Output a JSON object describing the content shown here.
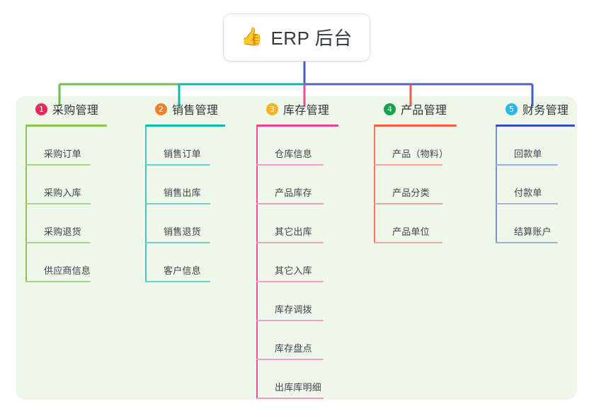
{
  "diagram": {
    "type": "mind-map",
    "background": "#ffffff",
    "panel_color": "#eef7ea",
    "root": {
      "emoji": "👍",
      "emoji_name": "thumbs-up-emoji",
      "title": "ERP 后台",
      "text_color": "#353a42",
      "card_color": "#fefefe",
      "stem_color": "#4a5ac4"
    },
    "bus": {
      "segments": [
        {
          "name": "bus-green",
          "color": "#6fbf4a"
        },
        {
          "name": "bus-teal",
          "color": "#0cb8ae"
        },
        {
          "name": "bus-indigo",
          "color": "#5560c8"
        }
      ]
    },
    "branches": [
      {
        "number": "1",
        "title": "采购管理",
        "badge_color": "#e8295b",
        "rule_color": "#8cc63f",
        "drop_color": "#6fbf4a",
        "spine_color": "#8cc63f",
        "leaf_rule_color": "#a9d18e",
        "items": [
          "采购订单",
          "采购入库",
          "采购退货",
          "供应商信息"
        ]
      },
      {
        "number": "2",
        "title": "销售管理",
        "badge_color": "#f2802a",
        "rule_color": "#0cb8ae",
        "drop_color": "#0cb8ae",
        "spine_color": "#4fc3bb",
        "leaf_rule_color": "#6fcfc8",
        "items": [
          "销售订单",
          "销售出库",
          "销售退货",
          "客户信息"
        ]
      },
      {
        "number": "3",
        "title": "库存管理",
        "badge_color": "#f5b223",
        "rule_color": "#e84393",
        "drop_color": "#ea4e94",
        "spine_color": "#e0559c",
        "leaf_rule_color": "#eda0c6",
        "items": [
          "仓库信息",
          "产品库存",
          "其它出库",
          "其它入库",
          "库存调拨",
          "库存盘点",
          "出库库明细"
        ]
      },
      {
        "number": "4",
        "title": "产品管理",
        "badge_color": "#16a34a",
        "rule_color": "#f4603f",
        "drop_color": "#f05b52",
        "spine_color": "#f0756a",
        "leaf_rule_color": "#f3a69c",
        "items": [
          "产品（物料）",
          "产品分类",
          "产品单位"
        ]
      },
      {
        "number": "5",
        "title": "财务管理",
        "badge_color": "#29b6e8",
        "rule_color": "#2f4fbf",
        "drop_color": "#3f5cc4",
        "spine_color": "#7b8fd4",
        "leaf_rule_color": "#9fb0df",
        "items": [
          "回款单",
          "付款单",
          "结算账户"
        ]
      }
    ]
  }
}
